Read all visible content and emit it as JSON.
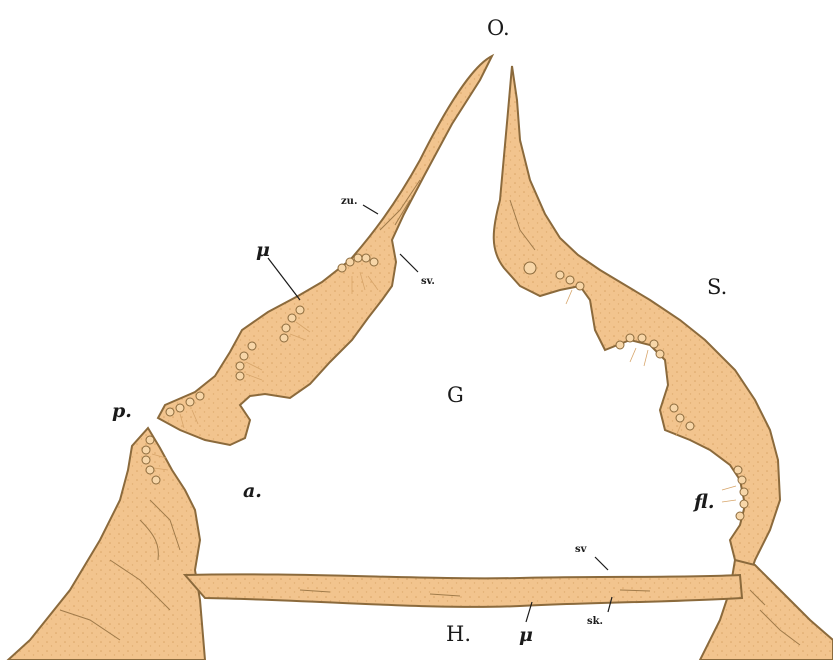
{
  "figure": {
    "colors": {
      "tissue": "#f2c48e",
      "tissue_dark": "#e3ad72",
      "outline": "#8b6a3c",
      "cell_line": "#a07b4a",
      "lumen": "#ffffff"
    },
    "labels": {
      "O": "O.",
      "S": "S.",
      "G": "G",
      "H": "H.",
      "p": "p.",
      "a": "a.",
      "fl": "fl.",
      "mu_upper": "μ",
      "mu_lower": "μ",
      "zu": "zu.",
      "sv_upper": "sv.",
      "sv_lower": "sv",
      "sk": "sk."
    }
  }
}
